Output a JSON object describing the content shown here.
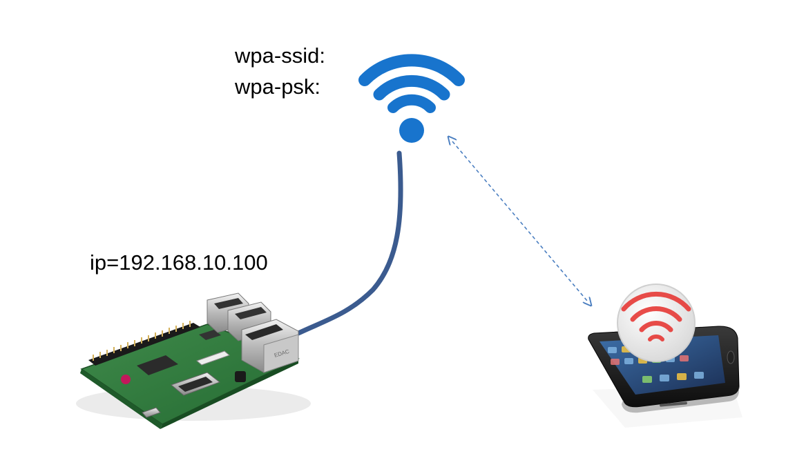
{
  "labels": {
    "wpa_ssid": "wpa-ssid:",
    "wpa_psk": "wpa-psk:",
    "ip": "ip=192.168.10.100"
  },
  "board_text": {
    "ethernet_brand": "EDAC"
  },
  "icons": {
    "router": "wifi-icon",
    "phone_badge": "wifi-icon",
    "board": "raspberry-pi-board",
    "device": "smartphone"
  },
  "colors": {
    "wifi_blue": "#1874cd",
    "cable_blue": "#3b5b8f",
    "link_dashed": "#4a7ec0",
    "badge_red": "#e53935"
  }
}
